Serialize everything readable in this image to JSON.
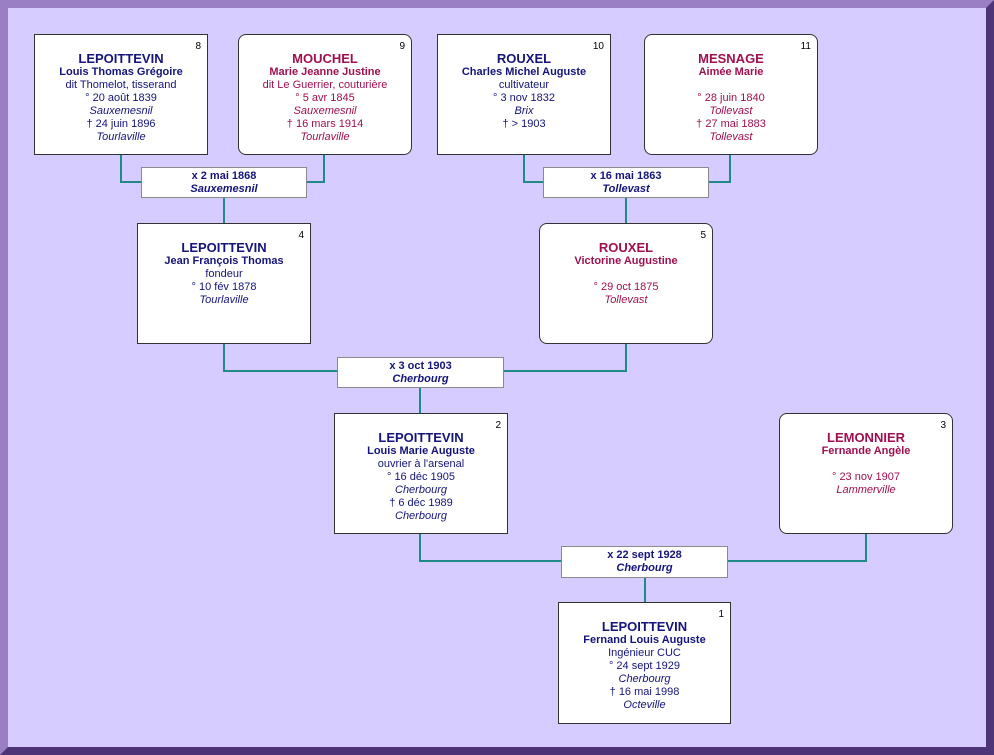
{
  "colors": {
    "male": "#14147a",
    "female": "#a01050",
    "link": "#1f8a86",
    "background": "#d6ccff"
  },
  "people": [
    {
      "num": "8",
      "surname": "LEPOITTEVIN",
      "given": "Louis Thomas Grégoire",
      "occupation": "dit Thomelot, tisserand",
      "birth": "° 20 août 1839",
      "birth_place": "Sauxemesnil",
      "death": "† 24 juin 1896",
      "death_place": "Tourlaville"
    },
    {
      "num": "9",
      "surname": "MOUCHEL",
      "given": "Marie Jeanne Justine",
      "occupation": "dit Le Guerrier, couturière",
      "birth": "° 5 avr 1845",
      "birth_place": "Sauxemesnil",
      "death": "† 16 mars 1914",
      "death_place": "Tourlaville"
    },
    {
      "num": "10",
      "surname": "ROUXEL",
      "given": "Charles Michel Auguste",
      "occupation": "cultivateur",
      "birth": "° 3 nov 1832",
      "birth_place": "Brix",
      "death": "† > 1903",
      "death_place": ""
    },
    {
      "num": "11",
      "surname": "MESNAGE",
      "given": "Aimée Marie",
      "occupation": "",
      "birth": "° 28 juin 1840",
      "birth_place": "Tollevast",
      "death": "† 27 mai 1883",
      "death_place": "Tollevast"
    },
    {
      "num": "4",
      "surname": "LEPOITTEVIN",
      "given": "Jean François Thomas",
      "occupation": "fondeur",
      "birth": "° 10 fév 1878",
      "birth_place": "Tourlaville",
      "death": "",
      "death_place": ""
    },
    {
      "num": "5",
      "surname": "ROUXEL",
      "given": "Victorine Augustine",
      "occupation": "",
      "birth": "° 29 oct 1875",
      "birth_place": "Tollevast",
      "death": "",
      "death_place": ""
    },
    {
      "num": "2",
      "surname": "LEPOITTEVIN",
      "given": "Louis Marie Auguste",
      "occupation": "ouvrier à l'arsenal",
      "birth": "° 16 déc 1905",
      "birth_place": "Cherbourg",
      "death": "† 6 déc 1989",
      "death_place": "Cherbourg"
    },
    {
      "num": "3",
      "surname": "LEMONNIER",
      "given": "Fernande Angèle",
      "occupation": "",
      "birth": "° 23 nov 1907",
      "birth_place": "Lammerville",
      "death": "",
      "death_place": ""
    },
    {
      "num": "1",
      "surname": "LEPOITTEVIN",
      "given": "Fernand Louis Auguste",
      "occupation": "Ingénieur CUC",
      "birth": "° 24 sept 1929",
      "birth_place": "Cherbourg",
      "death": "† 16 mai 1998",
      "death_place": "Octeville"
    }
  ],
  "marriages": [
    {
      "date": "x 2 mai 1868",
      "place": "Sauxemesnil"
    },
    {
      "date": "x 16 mai 1863",
      "place": "Tollevast"
    },
    {
      "date": "x 3 oct 1903",
      "place": "Cherbourg"
    },
    {
      "date": "x 22 sept 1928",
      "place": "Cherbourg"
    }
  ]
}
